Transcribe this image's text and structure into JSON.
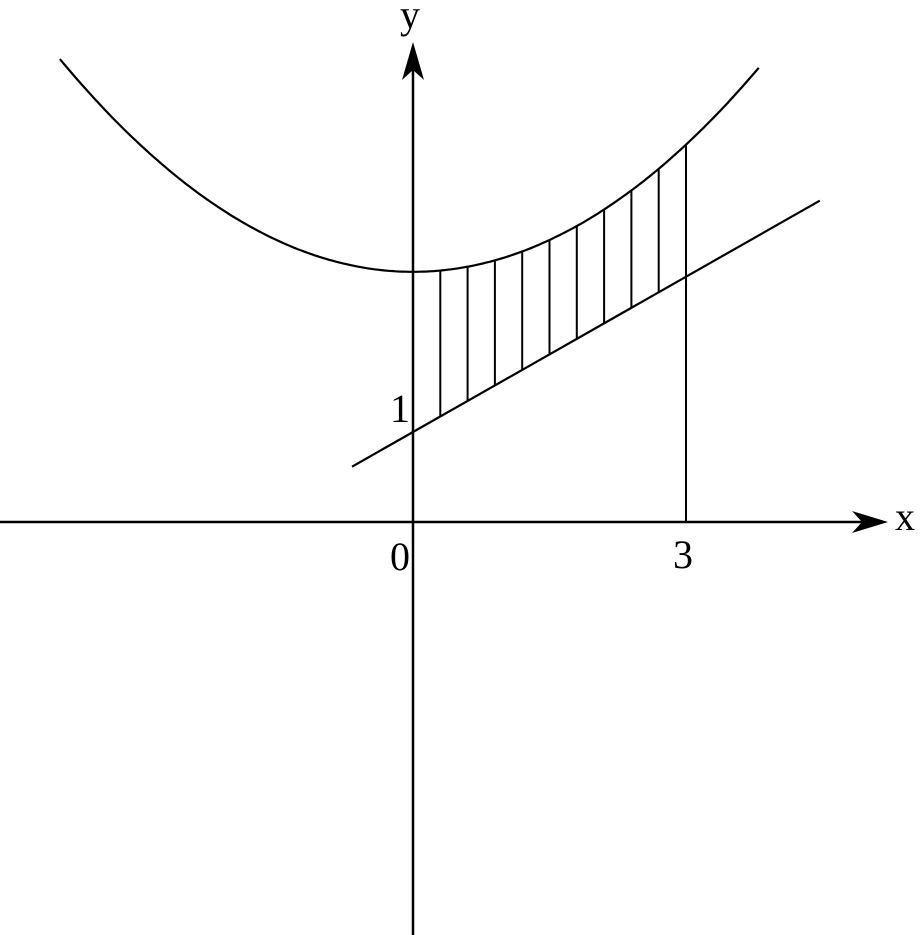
{
  "diagram": {
    "axis_labels": {
      "x": "x",
      "y": "y"
    },
    "tick_labels": {
      "origin": "0",
      "x_mark": "3",
      "y_mark": "1"
    },
    "x_mark_value": 3,
    "y_mark_value": 1,
    "curves": {
      "parabola": {
        "vertex_y": 2.78,
        "coefficient": 0.157,
        "x_range": [
          -3.88,
          3.8
        ]
      },
      "line": {
        "intercept": 1,
        "slope": 0.575,
        "x_range": [
          -0.67,
          4.47
        ]
      }
    },
    "shaded_region": {
      "x_from": 0,
      "x_to": 3,
      "hatch_count": 10
    },
    "colors": {
      "stroke": "#000000",
      "background": "#ffffff"
    }
  }
}
